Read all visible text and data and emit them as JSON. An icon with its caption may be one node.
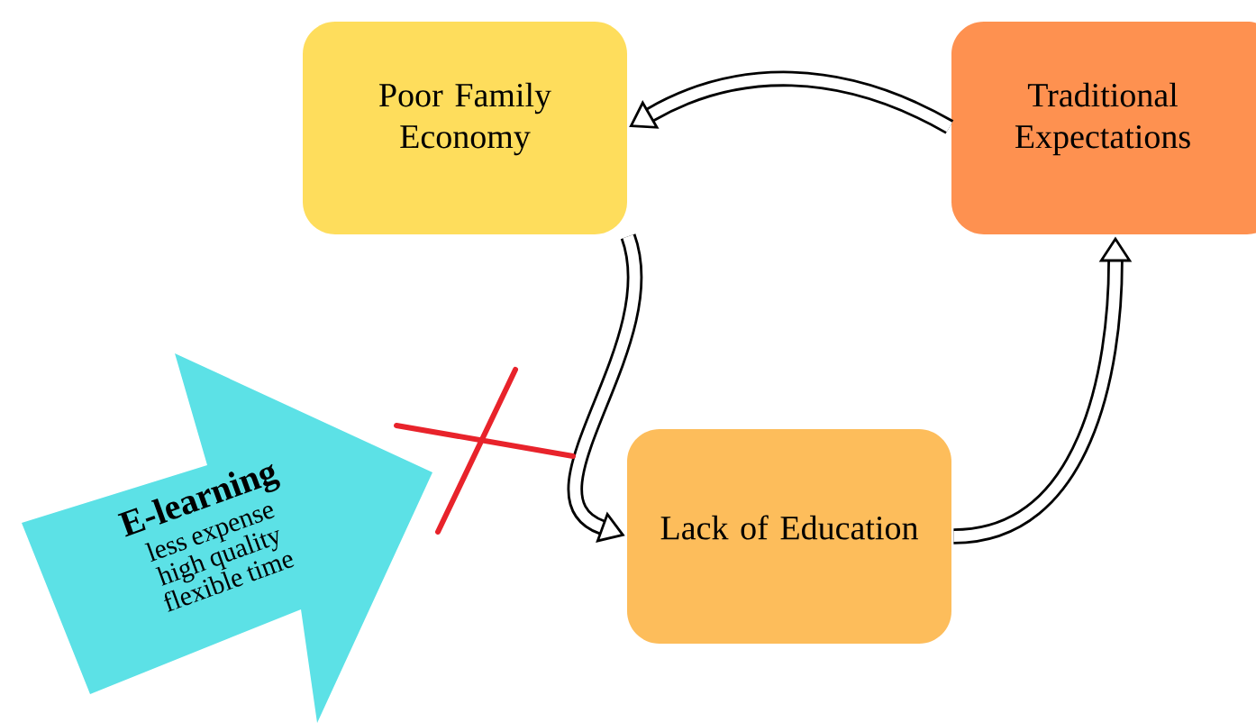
{
  "diagram": {
    "nodes": [
      {
        "text": [
          "Poor Family Economy"
        ]
      },
      {
        "text": [
          "Traditional Expectations"
        ]
      },
      {
        "text": [
          "Lack of Education"
        ]
      },
      {
        "text": [
          "E-learning",
          "less expense high quality flexible time"
        ]
      }
    ],
    "edges": [
      {
        "from": 1,
        "to": 0,
        "arrow": "to"
      },
      {
        "from": 0,
        "to": 2,
        "arrow": "to"
      },
      {
        "from": 2,
        "to": 1,
        "arrow": "to"
      }
    ]
  }
}
